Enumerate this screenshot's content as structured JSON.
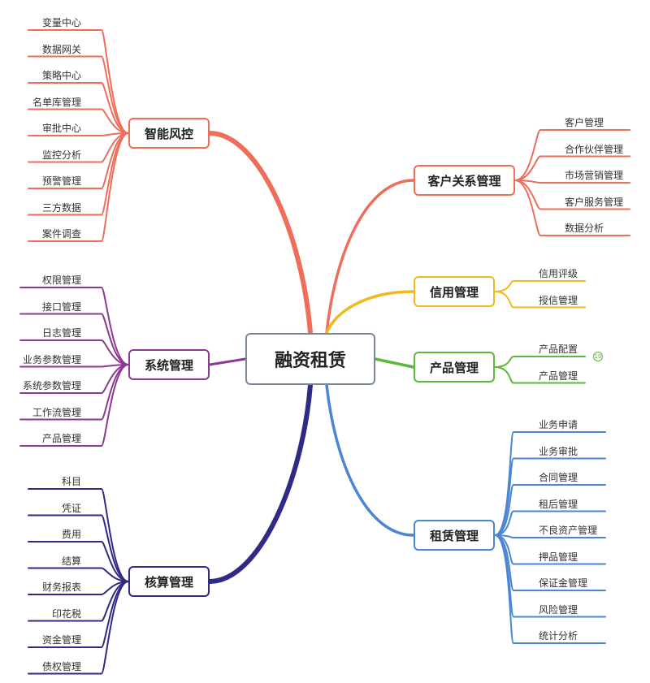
{
  "center": {
    "label": "融资租赁"
  },
  "branches": [
    {
      "key": "risk",
      "label": "智能风控",
      "color": "#ee6e5b",
      "items": [
        "变量中心",
        "数据网关",
        "策略中心",
        "名单库管理",
        "审批中心",
        "监控分析",
        "预警管理",
        "三方数据",
        "案件调查"
      ]
    },
    {
      "key": "system",
      "label": "系统管理",
      "color": "#8b3a8f",
      "items": [
        "权限管理",
        "接口管理",
        "日志管理",
        "业务参数管理",
        "系统参数管理",
        "工作流管理",
        "产品管理"
      ]
    },
    {
      "key": "accounting",
      "label": "核算管理",
      "color": "#2f2a85",
      "items": [
        "科目",
        "凭证",
        "费用",
        "结算",
        "财务报表",
        "印花税",
        "资金管理",
        "债权管理"
      ]
    },
    {
      "key": "crm",
      "label": "客户关系管理",
      "color": "#ee6e5b",
      "items": [
        "客户管理",
        "合作伙伴管理",
        "市场营销管理",
        "客户服务管理",
        "数据分析"
      ]
    },
    {
      "key": "credit",
      "label": "信用管理",
      "color": "#f2b81c",
      "items": [
        "信用评级",
        "授信管理"
      ]
    },
    {
      "key": "product",
      "label": "产品管理",
      "color": "#5cb83a",
      "items": [
        "产品配置",
        "产品管理"
      ],
      "badge": "10"
    },
    {
      "key": "lease",
      "label": "租赁管理",
      "color": "#4a86d4",
      "items": [
        "业务申请",
        "业务审批",
        "合同管理",
        "租后管理",
        "不良资产管理",
        "押品管理",
        "保证金管理",
        "风险管理",
        "统计分析"
      ]
    }
  ]
}
